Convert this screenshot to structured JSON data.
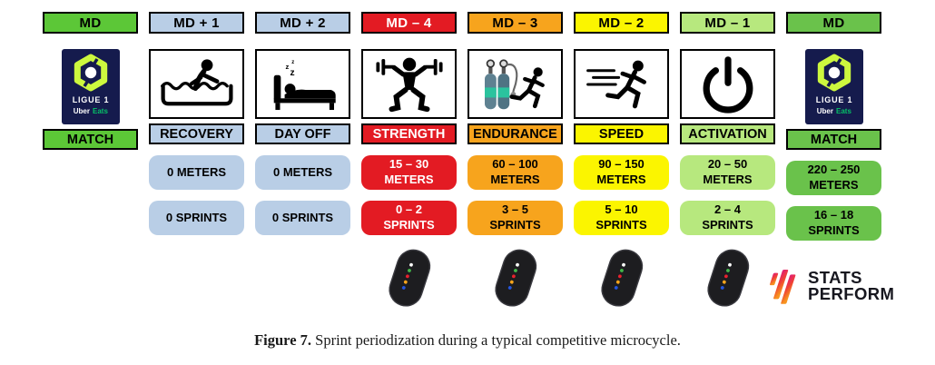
{
  "palette": {
    "green_matchday": "#5CC737",
    "green_matchday_right": "#6AC24B",
    "light_blue": "#B9CEE6",
    "red": "#E31B23",
    "orange": "#F7A41D",
    "yellow": "#FBF500",
    "light_green": "#B7E87E",
    "ligue1_navy": "#151B4D",
    "ligue1_lime": "#CDF83E",
    "uber_eats_green": "#06C167",
    "brand_pink": "#E0187A",
    "brand_orange": "#F7941E"
  },
  "ligue1": {
    "title": "LIGUE 1",
    "uber": "Uber",
    "eats": "Eats"
  },
  "icons": {
    "z": "z"
  },
  "columns": [
    {
      "header": "MD",
      "label": "MATCH",
      "icon": "ligue1-logo"
    },
    {
      "header": "MD + 1",
      "label": "RECOVERY",
      "icon": "ice-bath-recovery",
      "meters": {
        "line1": "0 METERS",
        "line2": ""
      },
      "sprints": {
        "line1": "0 SPRINTS",
        "line2": ""
      }
    },
    {
      "header": "MD + 2",
      "label": "DAY OFF",
      "icon": "sleeping-bed",
      "meters": {
        "line1": "0 METERS",
        "line2": ""
      },
      "sprints": {
        "line1": "0 SPRINTS",
        "line2": ""
      }
    },
    {
      "header": "MD – 4",
      "label": "STRENGTH",
      "icon": "weightlifter",
      "meters": {
        "line1": "15 – 30",
        "line2": "METERS"
      },
      "sprints": {
        "line1": "0 – 2",
        "line2": "SPRINTS"
      }
    },
    {
      "header": "MD – 3",
      "label": "ENDURANCE",
      "icon": "oxygen-tanks-runner",
      "meters": {
        "line1": "60 – 100",
        "line2": "METERS"
      },
      "sprints": {
        "line1": "3 – 5",
        "line2": "SPRINTS"
      }
    },
    {
      "header": "MD – 2",
      "label": "SPEED",
      "icon": "sprinting-runner",
      "meters": {
        "line1": "90 – 150",
        "line2": "METERS"
      },
      "sprints": {
        "line1": "5 – 10",
        "line2": "SPRINTS"
      }
    },
    {
      "header": "MD – 1",
      "label": "ACTIVATION",
      "icon": "power-button",
      "meters": {
        "line1": "20 – 50",
        "line2": "METERS"
      },
      "sprints": {
        "line1": "2 – 4",
        "line2": "SPRINTS"
      }
    },
    {
      "header": "MD",
      "label": "MATCH",
      "icon": "ligue1-logo",
      "meters": {
        "line1": "220 – 250",
        "line2": "METERS"
      },
      "sprints": {
        "line1": "16 – 18",
        "line2": "SPRINTS"
      }
    }
  ],
  "brand": {
    "line1": "STATS",
    "line2": "PERFORM"
  },
  "caption": {
    "label": "Figure 7.",
    "text": " Sprint periodization during a typical competitive microcycle."
  }
}
